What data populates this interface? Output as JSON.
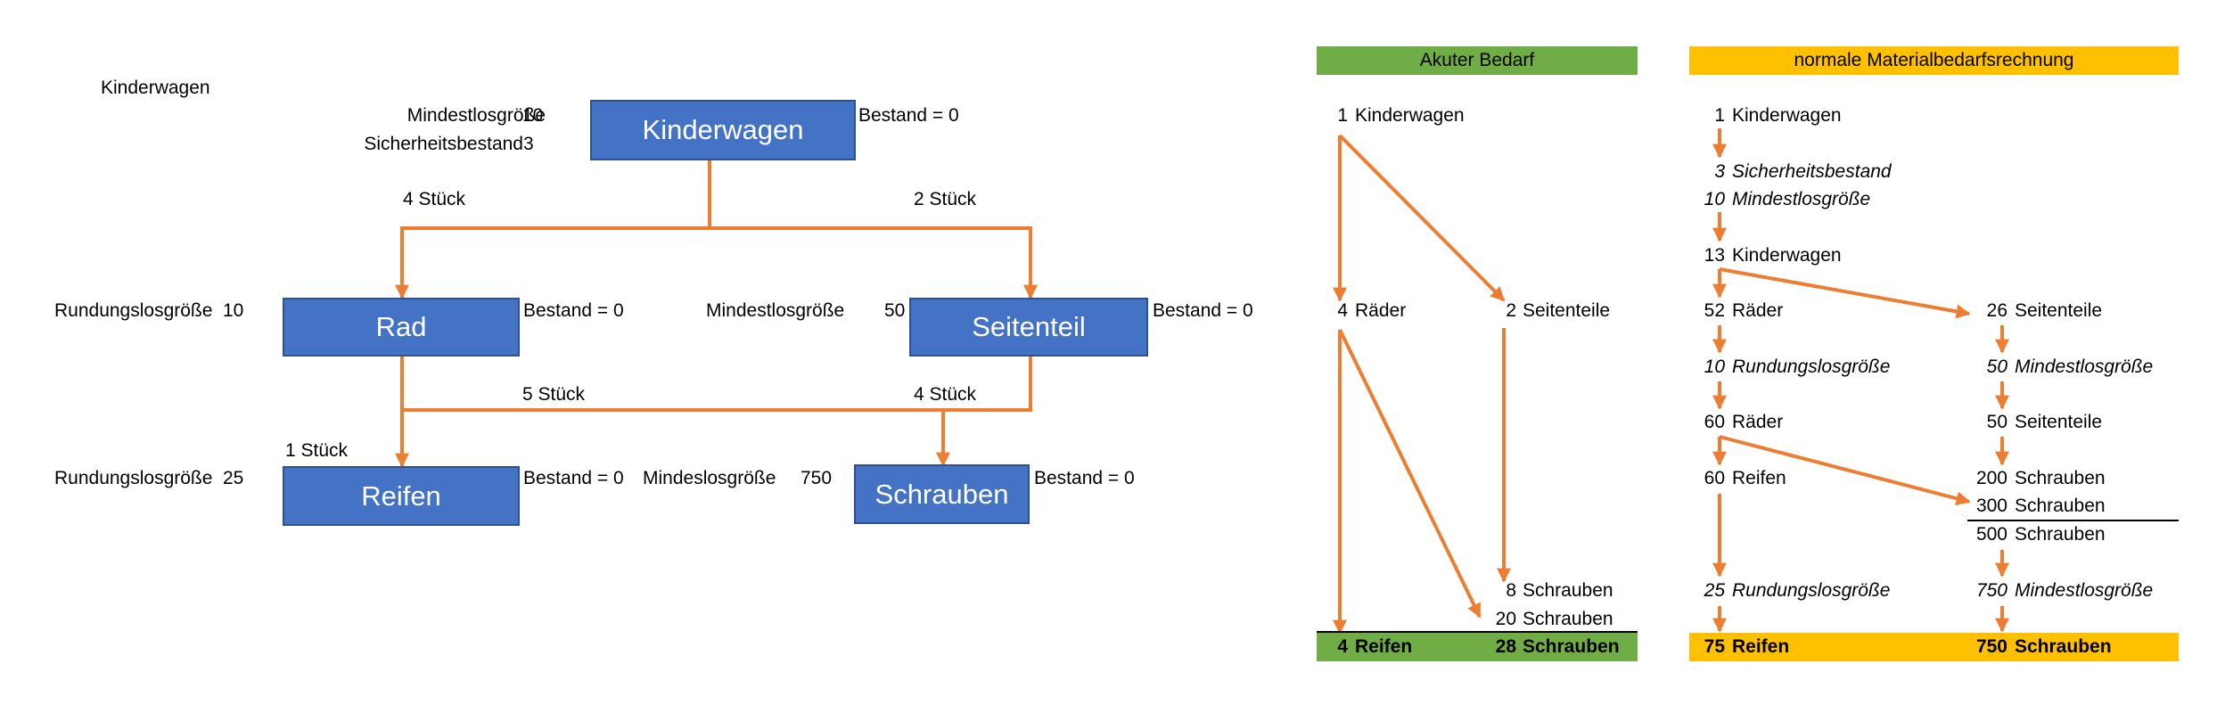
{
  "colors": {
    "node_fill": "#4472c4",
    "arrow": "#ed7d31",
    "acute_header": "#70ad47",
    "normal_header": "#ffc000"
  },
  "tree": {
    "title": "Kinderwagen",
    "nodes": {
      "kinderwagen": {
        "label": "Kinderwagen",
        "bestand": "Bestand = 0",
        "param1_label": "Mindestlosgröße",
        "param1_value": "10",
        "param2_label": "Sicherheitsbestand",
        "param2_value": "3"
      },
      "rad": {
        "label": "Rad",
        "bestand": "Bestand = 0",
        "param_label": "Rundungslosgröße",
        "param_value": "10"
      },
      "seitenteil": {
        "label": "Seitenteil",
        "bestand": "Bestand = 0",
        "param_label": "Mindestlosgröße",
        "param_value": "50"
      },
      "reifen": {
        "label": "Reifen",
        "bestand": "Bestand = 0",
        "param_label": "Rundungslosgröße",
        "param_value": "25"
      },
      "schrauben": {
        "label": "Schrauben",
        "bestand": "Bestand = 0",
        "param_label": "Mindeslosgröße",
        "param_value": "750"
      }
    },
    "edges": {
      "kw_rad": "4 Stück",
      "kw_seitenteil": "2 Stück",
      "rad_schrauben": "5 Stück",
      "seitenteil_schrauben": "4 Stück",
      "rad_reifen": "1 Stück"
    }
  },
  "acute": {
    "header": "Akuter Bedarf",
    "rows": [
      {
        "qty": "1",
        "text": "Kinderwagen"
      },
      {
        "qty": "4",
        "text": "Räder"
      },
      {
        "qty": "2",
        "text": "Seitenteile"
      },
      {
        "qty": "8",
        "text": "Schrauben"
      },
      {
        "qty": "20",
        "text": "Schrauben"
      }
    ],
    "result_left_qty": "4",
    "result_left_text": "Reifen",
    "result_right_qty": "28",
    "result_right_text": "Schrauben"
  },
  "normal": {
    "header": "normale Materialbedarfsrechnung",
    "left": [
      {
        "qty": "1",
        "text": "Kinderwagen",
        "italic": false
      },
      {
        "qty": "3",
        "text": "Sicherheitsbestand",
        "italic": true
      },
      {
        "qty": "10",
        "text": "Mindestlosgröße",
        "italic": true
      },
      {
        "qty": "13",
        "text": "Kinderwagen",
        "italic": false
      },
      {
        "qty": "52",
        "text": "Räder",
        "italic": false
      },
      {
        "qty": "10",
        "text": "Rundungslosgröße",
        "italic": true
      },
      {
        "qty": "60",
        "text": "Räder",
        "italic": false
      },
      {
        "qty": "60",
        "text": "Reifen",
        "italic": false
      },
      {
        "qty": "25",
        "text": "Rundungslosgröße",
        "italic": true
      }
    ],
    "right": [
      {
        "qty": "26",
        "text": "Seitenteile",
        "italic": false
      },
      {
        "qty": "50",
        "text": "Mindestlosgröße",
        "italic": true
      },
      {
        "qty": "50",
        "text": "Seitenteile",
        "italic": false
      },
      {
        "qty": "200",
        "text": "Schrauben",
        "italic": false
      },
      {
        "qty": "300",
        "text": "Schrauben",
        "italic": false
      },
      {
        "qty": "500",
        "text": "Schrauben",
        "italic": false
      },
      {
        "qty": "750",
        "text": "Mindestlosgröße",
        "italic": true
      }
    ],
    "result_left_qty": "75",
    "result_left_text": "Reifen",
    "result_right_qty": "750",
    "result_right_text": "Schrauben"
  }
}
